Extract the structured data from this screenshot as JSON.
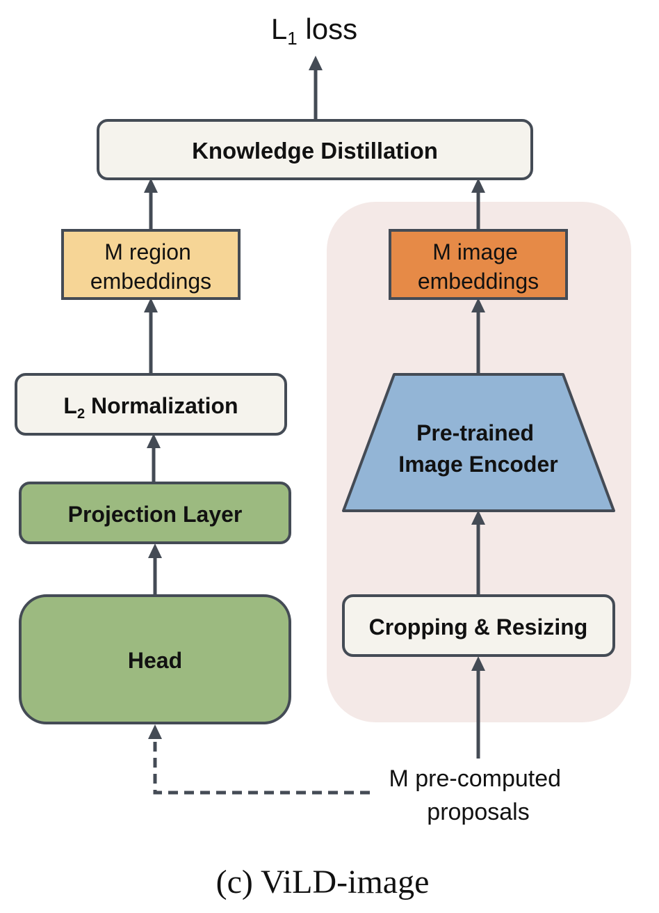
{
  "output": {
    "main": "L",
    "sub": "1",
    "rest": " loss"
  },
  "knowledge_distillation": "Knowledge Distillation",
  "region_embeddings": {
    "line1": "M region",
    "line2": "embeddings"
  },
  "image_embeddings": {
    "line1": "M image",
    "line2": "embeddings"
  },
  "l2_norm": {
    "main": "L",
    "sub": "2",
    "rest": " Normalization"
  },
  "projection_layer": "Projection Layer",
  "head": "Head",
  "encoder": {
    "line1": "Pre-trained",
    "line2": "Image Encoder"
  },
  "cropping": "Cropping & Resizing",
  "proposals": {
    "line1": "M pre-computed",
    "line2": "proposals"
  },
  "caption": "(c) ViLD-image",
  "colors": {
    "neutral_box": "#f5f3ed",
    "region_embed": "#f6d596",
    "image_embed": "#e68a47",
    "green_box": "#9cba80",
    "encoder": "#93b5d6",
    "image_branch_bg": "#f4e9e7",
    "stroke": "#444b55"
  }
}
